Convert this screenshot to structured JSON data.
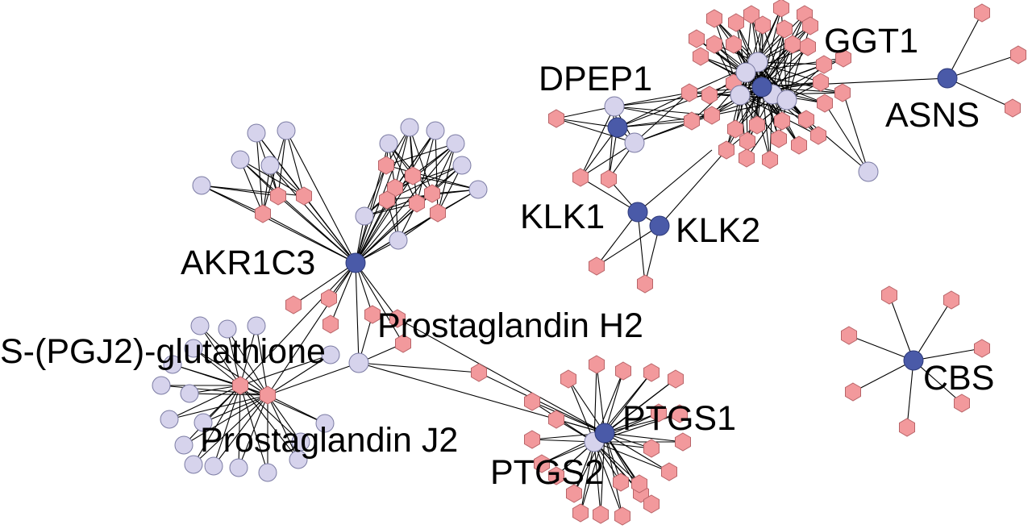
{
  "colors": {
    "primary_node_fill": "#4a5aa8",
    "primary_node_stroke": "#2e3a7a",
    "secondary_node_fill": "#d6d3ec",
    "secondary_node_stroke": "#7c7ca4",
    "compound_node_fill": "#f2999c",
    "compound_node_stroke": "#b86468",
    "edge": "#000000",
    "background": "#ffffff"
  },
  "legend_shapes": {
    "primary": "filled-blue-circle",
    "secondary": "lavender-circle",
    "compound": "pink-hexagon"
  },
  "labels": {
    "ggt1": "GGT1",
    "dpep1": "DPEP1",
    "asns": "ASNS",
    "klk1": "KLK1",
    "klk2": "KLK2",
    "akr1c3": "AKR1C3",
    "prostaglandin_h2": "Prostaglandin H2",
    "s_pgj2_glutathione": "S-(PGJ2)-glutathione",
    "prostaglandin_j2": "Prostaglandin J2",
    "ptgs1": "PTGS1",
    "ptgs2": "PTGS2",
    "cbs": "CBS"
  }
}
